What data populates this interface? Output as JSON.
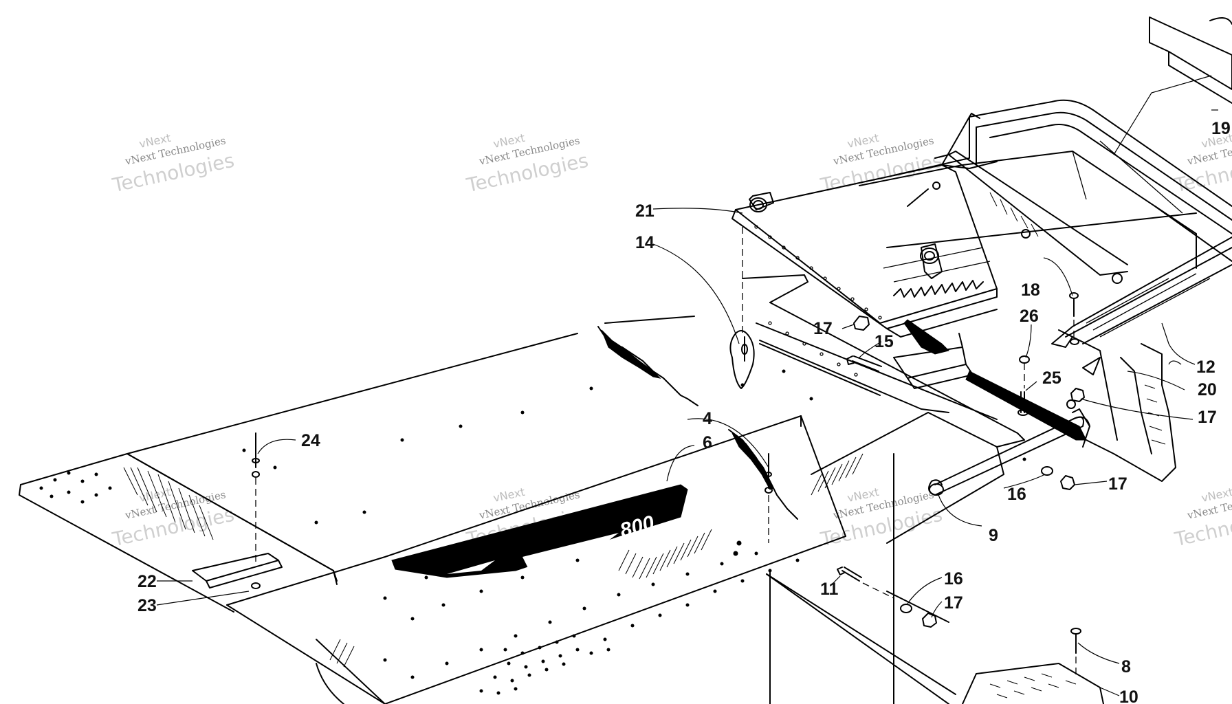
{
  "watermark": {
    "line1": "vNext",
    "line2": "vNext Technologies",
    "line3": "Technologies"
  },
  "decal_text": "800",
  "callouts": {
    "c4": "4",
    "c6": "6",
    "c8": "8",
    "c9": "9",
    "c10": "10",
    "c11": "11",
    "c12": "12",
    "c14": "14",
    "c15": "15",
    "c16a": "16",
    "c16b": "16",
    "c17a": "17",
    "c17b": "17",
    "c17c": "17",
    "c17d": "17",
    "c18": "18",
    "c19": "19",
    "c20": "20",
    "c21": "21",
    "c22": "22",
    "c23": "23",
    "c24": "24",
    "c25": "25",
    "c26": "26"
  }
}
